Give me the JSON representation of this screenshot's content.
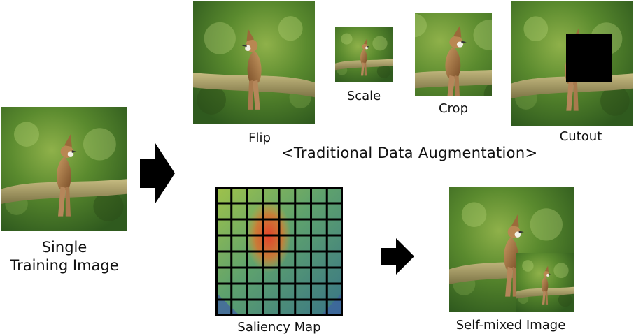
{
  "labels": {
    "single_line1": "Single",
    "single_line2": "Training Image",
    "flip": "Flip",
    "scale": "Scale",
    "crop": "Crop",
    "cutout": "Cutout",
    "traditional": "<Traditional Data Augmentation>",
    "saliency": "Saliency Map",
    "selfmixed": "Self-mixed Image"
  },
  "saliency_grid": {
    "rows": 8,
    "cols": 8
  },
  "colors": {
    "background_green": "#4f7f2e",
    "branch": "#a39a63",
    "bird_body": "#9a6a3c",
    "cutout_patch": "#000000",
    "arrow": "#000000",
    "saliency_hot": "#e0432a",
    "saliency_cool": "#2f6b8f"
  }
}
